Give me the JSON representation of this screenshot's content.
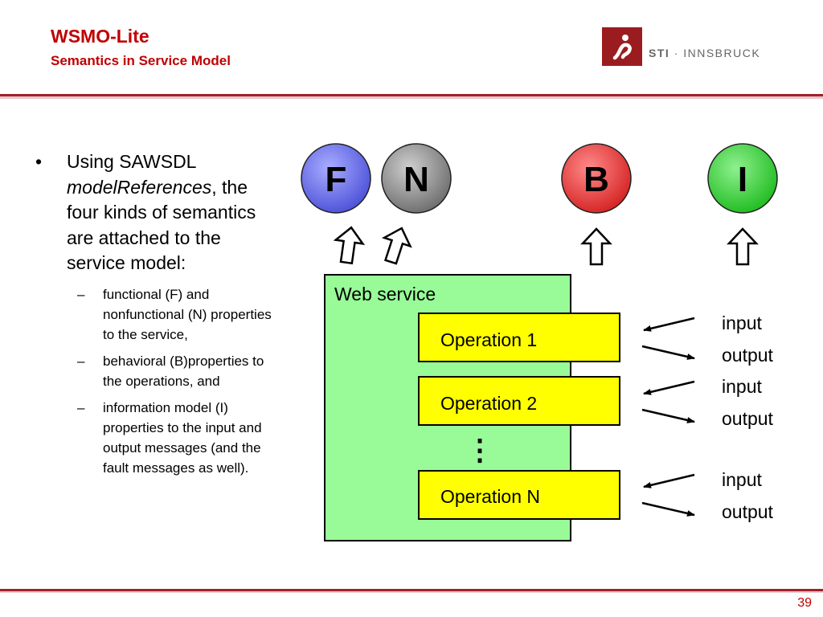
{
  "header": {
    "title": "WSMO-Lite",
    "subtitle": "Semantics in Service Model",
    "logo_sti": "STI",
    "logo_sep": " · ",
    "logo_name": "INNSBRUCK"
  },
  "bullets": {
    "main_text_1": "Using SAWSDL ",
    "main_text_italic": "modelReferences",
    "main_text_2": ", the four kinds of semantics are attached to the service model:",
    "bullet_char": "•",
    "dash_char": "–",
    "sub": [
      "functional (F) and nonfunctional (N) properties to the service,",
      "behavioral (B)properties to the operations, and",
      "information model (I) properties to the input and output messages (and the fault messages as well)."
    ]
  },
  "diagram": {
    "circles": [
      {
        "label": "F",
        "color": "#4a4fd8"
      },
      {
        "label": "N",
        "color": "#6b6b6b"
      },
      {
        "label": "B",
        "color": "#d42020"
      },
      {
        "label": "I",
        "color": "#1dbb1d"
      }
    ],
    "web_service_label": "Web service",
    "operations": [
      "Operation 1",
      "Operation 2",
      "Operation N"
    ],
    "ellipsis": "⋮",
    "io": {
      "input": "input",
      "output": "output"
    },
    "colors": {
      "web_service_fill": "#98fb98",
      "operation_fill": "#ffff00",
      "accent": "#c00000"
    }
  },
  "footer": {
    "page_number": "39"
  }
}
